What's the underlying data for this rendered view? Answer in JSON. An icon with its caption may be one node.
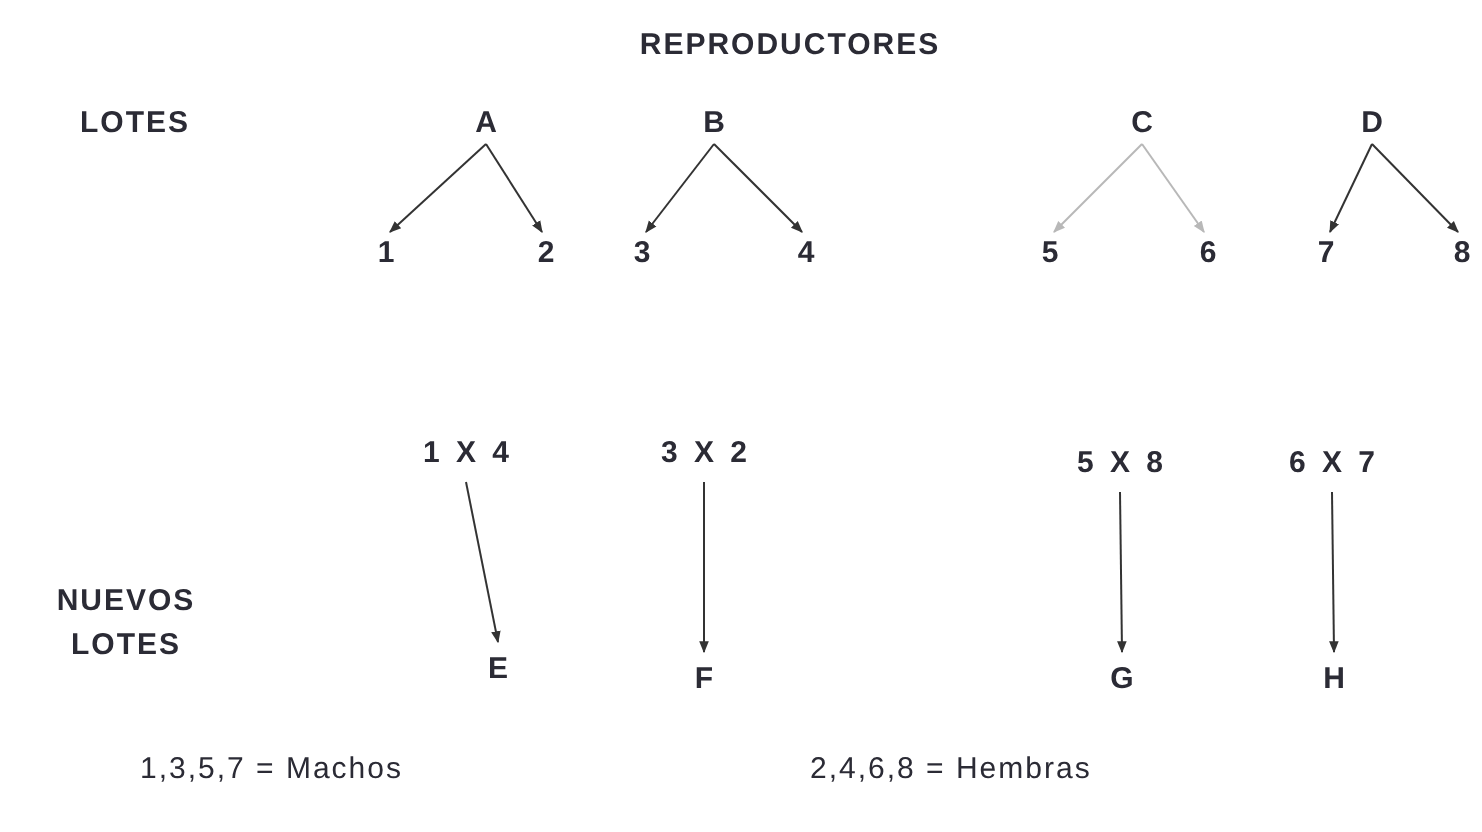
{
  "diagram": {
    "nodes": [
      {
        "text": [
          "A"
        ]
      },
      {
        "text": [
          "B"
        ]
      },
      {
        "text": [
          "C"
        ]
      },
      {
        "text": [
          "D"
        ]
      },
      {
        "text": [
          "1"
        ]
      },
      {
        "text": [
          "2"
        ]
      },
      {
        "text": [
          "3"
        ]
      },
      {
        "text": [
          "4"
        ]
      },
      {
        "text": [
          "5"
        ]
      },
      {
        "text": [
          "6"
        ]
      },
      {
        "text": [
          "7"
        ]
      },
      {
        "text": [
          "8"
        ]
      },
      {
        "text": [
          "1 X 4"
        ]
      },
      {
        "text": [
          "3 X 2"
        ]
      },
      {
        "text": [
          "5 X 8"
        ]
      },
      {
        "text": [
          "6 X 7"
        ]
      },
      {
        "text": [
          "E"
        ]
      },
      {
        "text": [
          "F"
        ]
      },
      {
        "text": [
          "G"
        ]
      },
      {
        "text": [
          "H"
        ]
      }
    ],
    "edges": [
      {
        "from": 0,
        "to": 4,
        "arrow": "to"
      },
      {
        "from": 0,
        "to": 5,
        "arrow": "to"
      },
      {
        "from": 1,
        "to": 6,
        "arrow": "to"
      },
      {
        "from": 1,
        "to": 7,
        "arrow": "to"
      },
      {
        "from": 2,
        "to": 8,
        "arrow": "to",
        "color": "#b8b8b8"
      },
      {
        "from": 2,
        "to": 9,
        "arrow": "to",
        "color": "#b8b8b8"
      },
      {
        "from": 3,
        "to": 10,
        "arrow": "to"
      },
      {
        "from": 3,
        "to": 11,
        "arrow": "to"
      },
      {
        "from": 12,
        "to": 16,
        "arrow": "to"
      },
      {
        "from": 13,
        "to": 17,
        "arrow": "to"
      },
      {
        "from": 14,
        "to": 18,
        "arrow": "to"
      },
      {
        "from": 15,
        "to": 19,
        "arrow": "to"
      }
    ],
    "labels": [
      "REPRODUCTORES",
      "LOTES",
      "NUEVOS LOTES",
      "1,3,5,7 = Machos",
      "2,4,6,8 = Hembras"
    ]
  }
}
